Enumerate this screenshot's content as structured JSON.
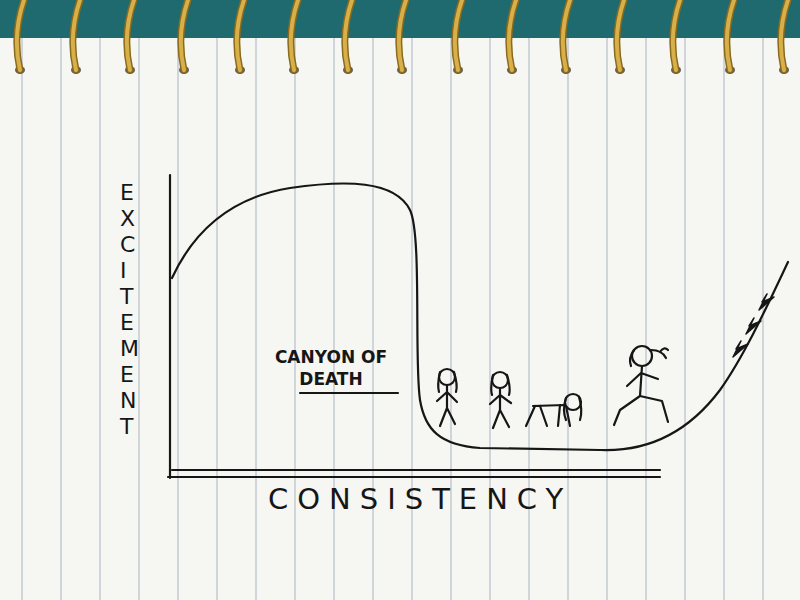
{
  "diagram": {
    "labels": [
      "EXCITEMENT",
      "CANYON OF DEATH",
      "CONSISTENCY"
    ]
  }
}
